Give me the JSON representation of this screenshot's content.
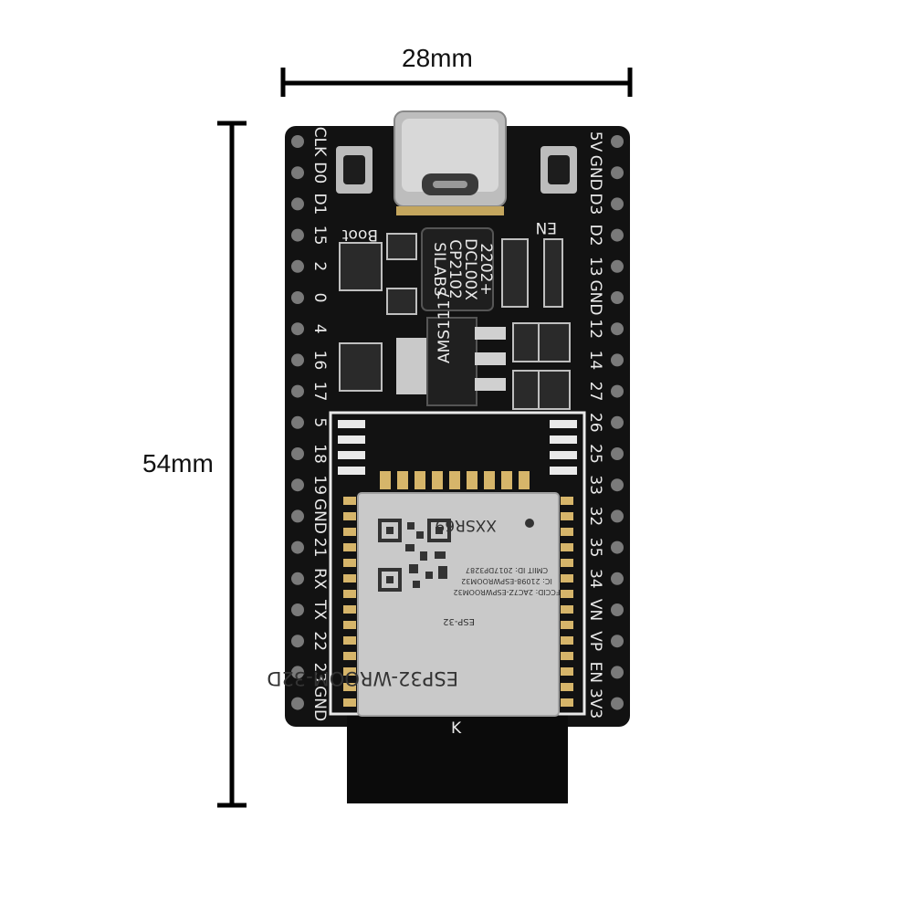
{
  "dimensions": {
    "width": "28mm",
    "height": "54mm"
  },
  "board": {
    "left_pins": [
      "CLK",
      "D0",
      "D1",
      "15",
      "2",
      "0",
      "4",
      "16",
      "17",
      "5",
      "18",
      "19",
      "GND",
      "21",
      "RX",
      "TX",
      "22",
      "23",
      "GND"
    ],
    "right_pins": [
      "5V",
      "GND",
      "D3",
      "D2",
      "13",
      "GND",
      "12",
      "14",
      "27",
      "26",
      "25",
      "33",
      "32",
      "35",
      "34",
      "VN",
      "VP",
      "EN",
      "3V3"
    ],
    "button_labels": {
      "boot": "Boot",
      "en": "EN"
    },
    "chip_text": [
      "SILABS",
      "CP2102",
      "DCL00X",
      "2202+"
    ],
    "regulator_text": "AMS1117",
    "module": {
      "name": "ESP32-WROOM-32D",
      "serial": "XXSR69",
      "brand": "ESP-32",
      "cert_lines": [
        "CMIIT ID: 2017DP3287",
        "IC: 21098-ESPWROOM32",
        "FCCID: 2AC7Z-ESPWROOM32"
      ]
    },
    "silk_mark": "K"
  },
  "colors": {
    "pcb": "#121212",
    "silk": "#e9e9e9",
    "module_shield": "#c9c9c9",
    "pads": "#d6b56a",
    "pins": "#7a7a7a"
  }
}
